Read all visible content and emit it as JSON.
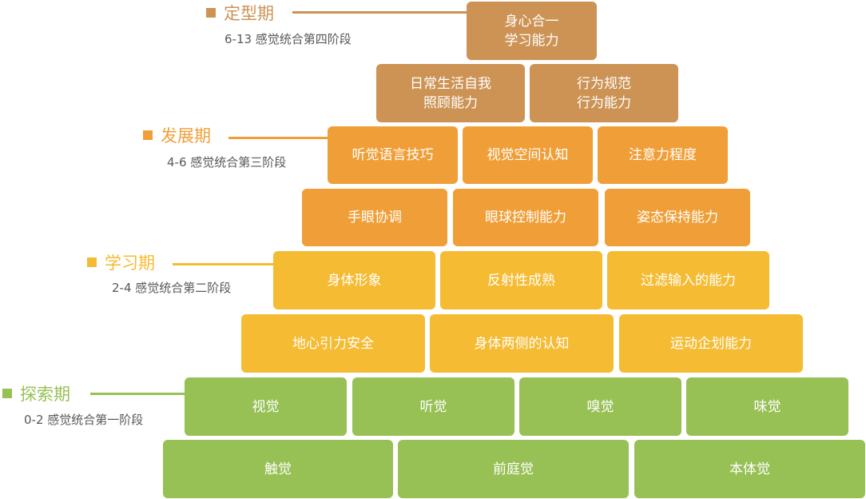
{
  "colors": {
    "brown": "#cc9355",
    "orange": "#f09f38",
    "yellow": "#f5bb33",
    "green": "#97c055",
    "subtitle_text": "#595959"
  },
  "stages": [
    {
      "title": "定型期",
      "subtitle": "6-13 感觉统合第四阶段",
      "color": "#cc9355"
    },
    {
      "title": "发展期",
      "subtitle": "4-6 感觉统合第三阶段",
      "color": "#f09f38"
    },
    {
      "title": "学习期",
      "subtitle": "2-4 感觉统合第二阶段",
      "color": "#f5bb33"
    },
    {
      "title": "探索期",
      "subtitle": "0-2 感觉统合第一阶段",
      "color": "#97c055"
    }
  ],
  "rows": [
    [
      "身心合一\n学习能力"
    ],
    [
      "日常生活自我\n照顾能力",
      "行为规范\n行为能力"
    ],
    [
      "听觉语言技巧",
      "视觉空间认知",
      "注意力程度"
    ],
    [
      "手眼协调",
      "眼球控制能力",
      "姿态保持能力"
    ],
    [
      "身体形象",
      "反射性成熟",
      "过滤输入的能力"
    ],
    [
      "地心引力安全",
      "身体两侧的认知",
      "运动企划能力"
    ],
    [
      "视觉",
      "听觉",
      "嗅觉",
      "味觉"
    ],
    [
      "触觉",
      "前庭觉",
      "本体觉"
    ]
  ]
}
